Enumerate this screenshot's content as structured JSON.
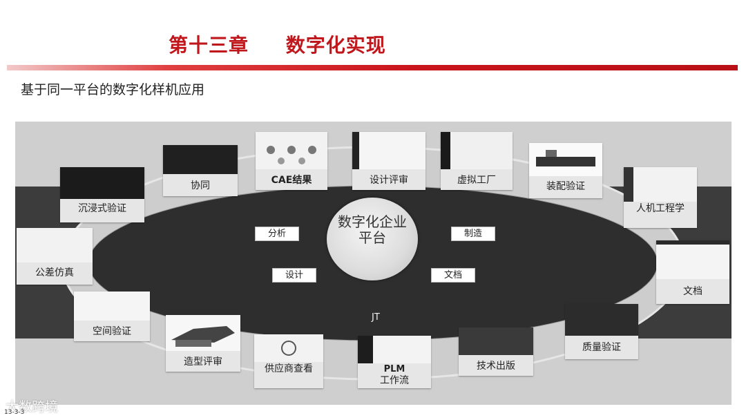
{
  "title": "第十三章     数字化实现",
  "subtitle": "基于同一平台的数字化样机应用",
  "center_label": "数字化企业平台",
  "jt_label": "JT",
  "hub_labels": {
    "analysis": "分析",
    "manufacture": "制造",
    "design": "设计",
    "document": "文档"
  },
  "cards": {
    "immersive": "沉浸式验证",
    "collab": "协同",
    "cae": "CAE结果",
    "design_review": "设计评审",
    "virtual_factory": "虚拟工厂",
    "assembly": "装配验证",
    "ergonomics": "人机工程学",
    "docs": "文档",
    "tolerance": "公差仿真",
    "space": "空间验证",
    "styling": "造型评审",
    "supplier": "供应商查看",
    "plm": "PLM",
    "workflow": "工作流",
    "publish": "技术出版",
    "quality": "质量验证"
  },
  "watermark": "大数跨境",
  "page_number": "13-3-3"
}
